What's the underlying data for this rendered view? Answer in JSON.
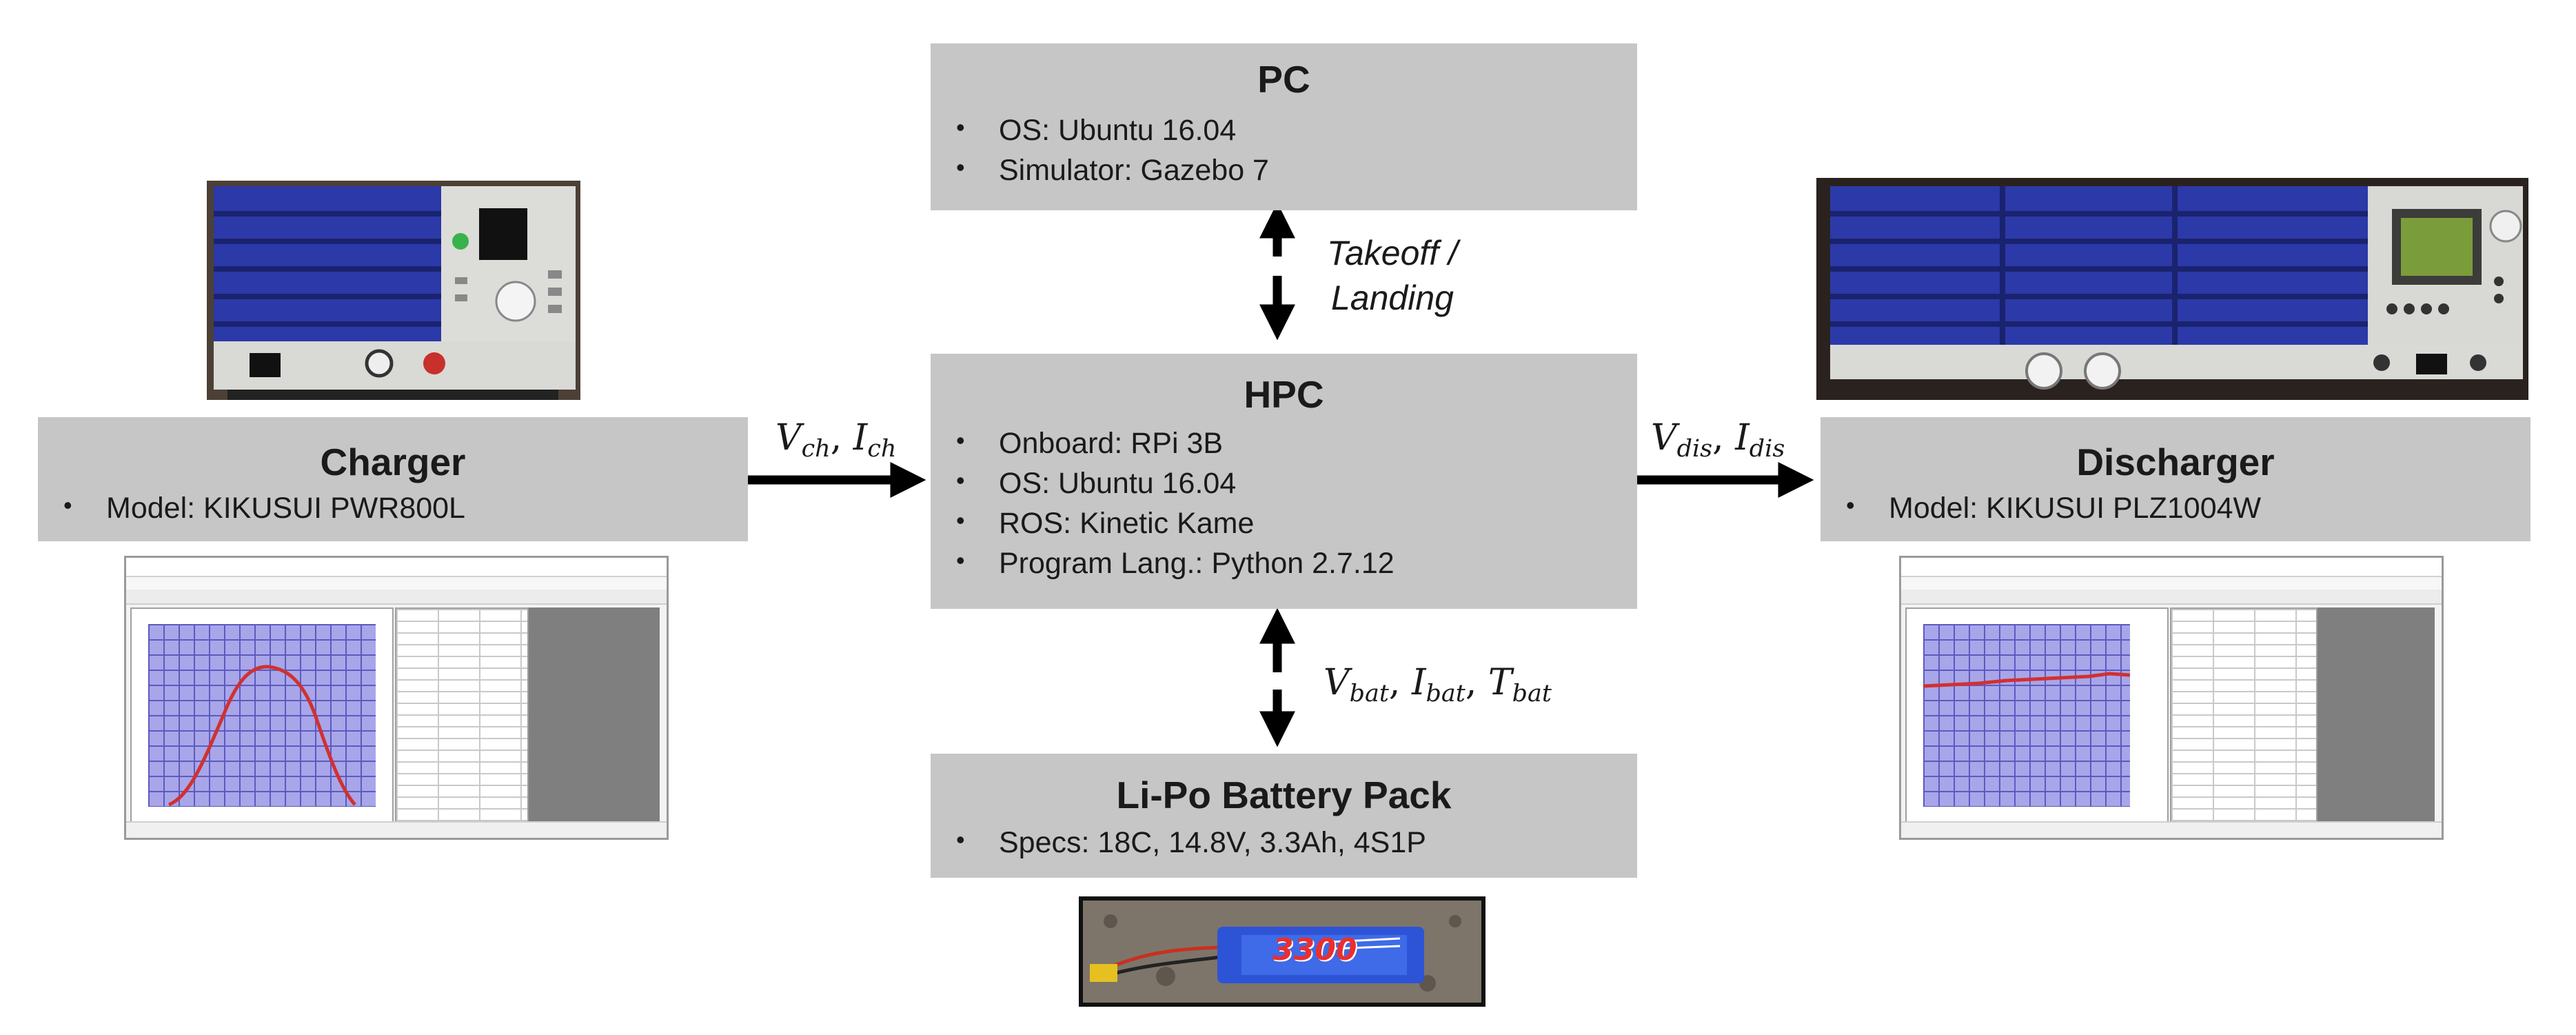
{
  "nodes": {
    "pc": {
      "title": "PC",
      "items": [
        "OS: Ubuntu 16.04",
        "Simulator: Gazebo 7"
      ]
    },
    "hpc": {
      "title": "HPC",
      "items": [
        "Onboard: RPi 3B",
        "OS: Ubuntu 16.04",
        "ROS: Kinetic Kame",
        "Program Lang.: Python 2.7.12"
      ]
    },
    "charger": {
      "title": "Charger",
      "items": [
        "Model: KIKUSUI PWR800L"
      ]
    },
    "discharger": {
      "title": "Discharger",
      "items": [
        "Model: KIKUSUI PLZ1004W"
      ]
    },
    "battery": {
      "title": "Li-Po Battery Pack",
      "items": [
        "Specs: 18C, 14.8V, 3.3Ah, 4S1P"
      ]
    }
  },
  "edges": {
    "pc_hpc": {
      "line1": "Takeoff /",
      "line2": "Landing"
    },
    "charger_hpc": {
      "v": "V",
      "v_sub": "ch",
      "sep": ", ",
      "i": "I",
      "i_sub": "ch"
    },
    "hpc_discharger": {
      "v": "V",
      "v_sub": "dis",
      "sep": ", ",
      "i": "I",
      "i_sub": "dis"
    },
    "hpc_battery": {
      "v": "V",
      "v_sub": "bat",
      "sep1": ", ",
      "i": "I",
      "i_sub": "bat",
      "sep2": ", ",
      "t": "T",
      "t_sub": "bat"
    }
  },
  "photos": {
    "battery_label": "3300"
  },
  "colors": {
    "box_fill": "#c6c6c6",
    "instrument_blue": "#2c39a8",
    "plot_bg": "#a8a6e8",
    "curve": "#d23030"
  }
}
